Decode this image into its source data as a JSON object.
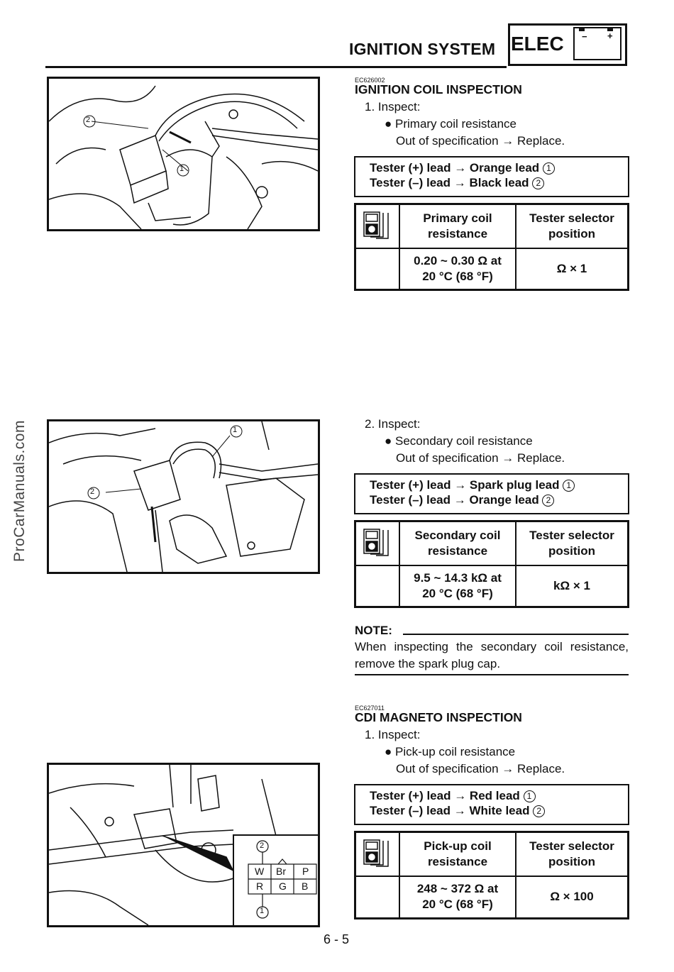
{
  "header": {
    "title": "IGNITION SYSTEM",
    "section": "ELEC",
    "minus": "−",
    "plus": "+"
  },
  "watermark": "ProCarManuals.com",
  "sections": [
    {
      "code": "EC626002",
      "title": "IGNITION COIL INSPECTION",
      "step": "1.  Inspect:",
      "item": "Primary coil resistance",
      "action": "Out of specification → Replace.",
      "tester_pos": "Tester (+) lead → Orange lead",
      "tester_pos_num": "1",
      "tester_neg": "Tester (–) lead → Black lead",
      "tester_neg_num": "2",
      "col1": "Primary coil resistance",
      "col2": "Tester selector position",
      "val1a": "0.20 ~ 0.30 Ω at",
      "val1b": "20 °C (68 °F)",
      "val2": "Ω × 1"
    },
    {
      "step": "2.  Inspect:",
      "item": "Secondary coil resistance",
      "action": "Out of specification → Replace.",
      "tester_pos": "Tester (+) lead → Spark plug lead",
      "tester_pos_num": "1",
      "tester_neg": "Tester (–) lead → Orange lead",
      "tester_neg_num": "2",
      "col1": "Secondary coil resistance",
      "col2": "Tester selector position",
      "val1a": "9.5 ~ 14.3 kΩ at",
      "val1b": "20 °C (68 °F)",
      "val2": "kΩ × 1",
      "note_label": "NOTE:",
      "note_text": "When inspecting the secondary coil resistance, remove the spark plug cap."
    },
    {
      "code": "EC627011",
      "title": "CDI MAGNETO INSPECTION",
      "step": "1.  Inspect:",
      "item": "Pick-up coil resistance",
      "action": "Out of specification → Replace.",
      "tester_pos": "Tester (+) lead → Red lead",
      "tester_pos_num": "1",
      "tester_neg": "Tester (–) lead → White lead",
      "tester_neg_num": "2",
      "col1": "Pick-up coil resistance",
      "col2": "Tester selector position",
      "val1a": "248 ~ 372 Ω at",
      "val1b": "20 °C (68 °F)",
      "val2": "Ω × 100"
    }
  ],
  "figures": {
    "fig1": {
      "callouts": [
        "2",
        "1"
      ]
    },
    "fig2": {
      "callouts": [
        "1",
        "2"
      ]
    },
    "fig3": {
      "callouts": [
        "2",
        "1"
      ],
      "connector_top": [
        "W",
        "Br",
        "P"
      ],
      "connector_bottom": [
        "R",
        "G",
        "B"
      ]
    }
  },
  "page_number": "6 - 5"
}
